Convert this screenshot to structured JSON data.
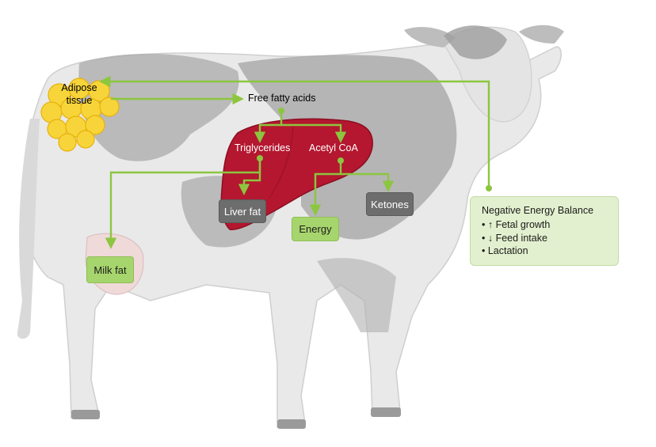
{
  "labels": {
    "adipose_line1": "Adipose",
    "adipose_line2": "tissue",
    "free_fatty_acids": "Free fatty acids",
    "triglycerides": "Triglycerides",
    "acetyl_coa": "Acetyl CoA",
    "liver_fat": "Liver fat",
    "ketones": "Ketones",
    "energy": "Energy",
    "milk_fat": "Milk fat"
  },
  "negative_energy_balance": {
    "title": "Negative Energy Balance",
    "items": [
      "• ↑ Fetal growth",
      "• ↓ Feed intake",
      "• Lactation"
    ]
  },
  "colors": {
    "arrow": "#8cc63f",
    "liver": "#b4172f",
    "gray_box": "#6d6d6d",
    "green_box": "#a7d56d",
    "panel": "#e3f0cf",
    "fat": "#f7d53a"
  }
}
